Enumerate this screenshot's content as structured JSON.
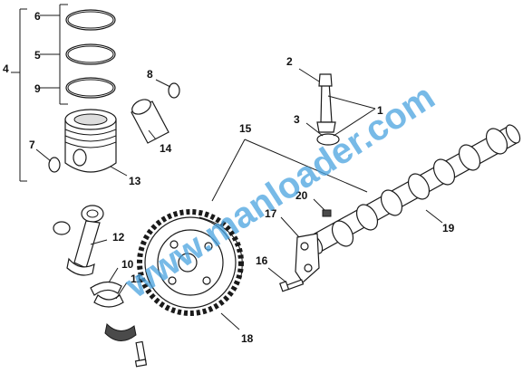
{
  "watermark": {
    "text": "www.manloader.com",
    "color": "#3a98de"
  },
  "callouts": {
    "c1": "1",
    "c2": "2",
    "c3": "3",
    "c4": "4",
    "c5": "5",
    "c6": "6",
    "c7": "7",
    "c8": "8",
    "c9": "9",
    "c10": "10",
    "c11": "11",
    "c12": "12",
    "c13": "13",
    "c14": "14",
    "c15": "15",
    "c16": "16",
    "c17": "17",
    "c18": "18",
    "c19": "19",
    "c20": "20"
  }
}
